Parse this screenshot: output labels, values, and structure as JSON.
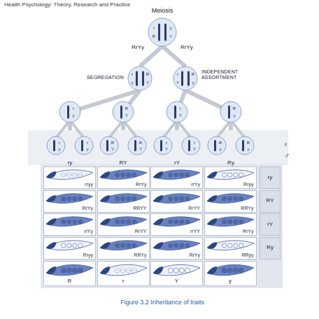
{
  "diagram": {
    "title": "Meiosis",
    "caption": "Figure 3.2 Inheritance of traits",
    "nodes": [
      {
        "text": [
          "RrYy",
          "RrYy"
        ]
      },
      {
        "text": [
          "SEGREGATION"
        ]
      },
      {
        "text": [
          "INDEPENDENT ASSORTMENT"
        ]
      },
      {
        "text": [
          "ry"
        ]
      },
      {
        "text": [
          "RY"
        ]
      },
      {
        "text": [
          "rY"
        ]
      },
      {
        "text": [
          "Ry"
        ]
      },
      {
        "text": [
          "rryy"
        ]
      },
      {
        "text": [
          "RrYy"
        ]
      },
      {
        "text": [
          "rrYy"
        ]
      },
      {
        "text": [
          "Rryy"
        ]
      },
      {
        "text": [
          "ry"
        ]
      },
      {
        "text": [
          "RrYy"
        ]
      },
      {
        "text": [
          "RRYY"
        ]
      },
      {
        "text": [
          "RrYY"
        ]
      },
      {
        "text": [
          "RRYy"
        ]
      },
      {
        "text": [
          "RY"
        ]
      },
      {
        "text": [
          "rrYy"
        ]
      },
      {
        "text": [
          "RrYY"
        ]
      },
      {
        "text": [
          "rrYY"
        ]
      },
      {
        "text": [
          "RrYy"
        ]
      },
      {
        "text": [
          "rY"
        ]
      },
      {
        "text": [
          "Rryy"
        ]
      },
      {
        "text": [
          "RRYy"
        ]
      },
      {
        "text": [
          "RrYy"
        ]
      },
      {
        "text": [
          "RRyy"
        ]
      },
      {
        "text": [
          "Ry"
        ]
      },
      {
        "text": [
          "R"
        ]
      },
      {
        "text": [
          "r"
        ]
      },
      {
        "text": [
          "Y"
        ]
      },
      {
        "text": [
          "y"
        ]
      }
    ],
    "edges": [
      {
        "from": 0,
        "to": 1,
        "arrow": "none"
      },
      {
        "from": 0,
        "to": 2,
        "arrow": "none"
      },
      {
        "from": 1,
        "to": 3,
        "arrow": "none"
      },
      {
        "from": 1,
        "to": 4,
        "arrow": "none"
      },
      {
        "from": 2,
        "to": 5,
        "arrow": "none"
      },
      {
        "from": 2,
        "to": 6,
        "arrow": "none"
      }
    ],
    "labels": [
      "Health Psychology: Theory, Research and Practice",
      "r",
      "y",
      "R",
      "Y",
      "r",
      "R",
      "y",
      "Y",
      "r",
      "R",
      "Y",
      "y",
      "r",
      "y",
      "R",
      "Y",
      "r",
      "Y",
      "R",
      "y",
      "r",
      "y",
      "r",
      "y",
      "R",
      "Y",
      "R",
      "Y",
      "r",
      "Y",
      "r",
      "Y",
      "R",
      "y",
      "R",
      "y",
      "♀",
      "♂"
    ]
  }
}
